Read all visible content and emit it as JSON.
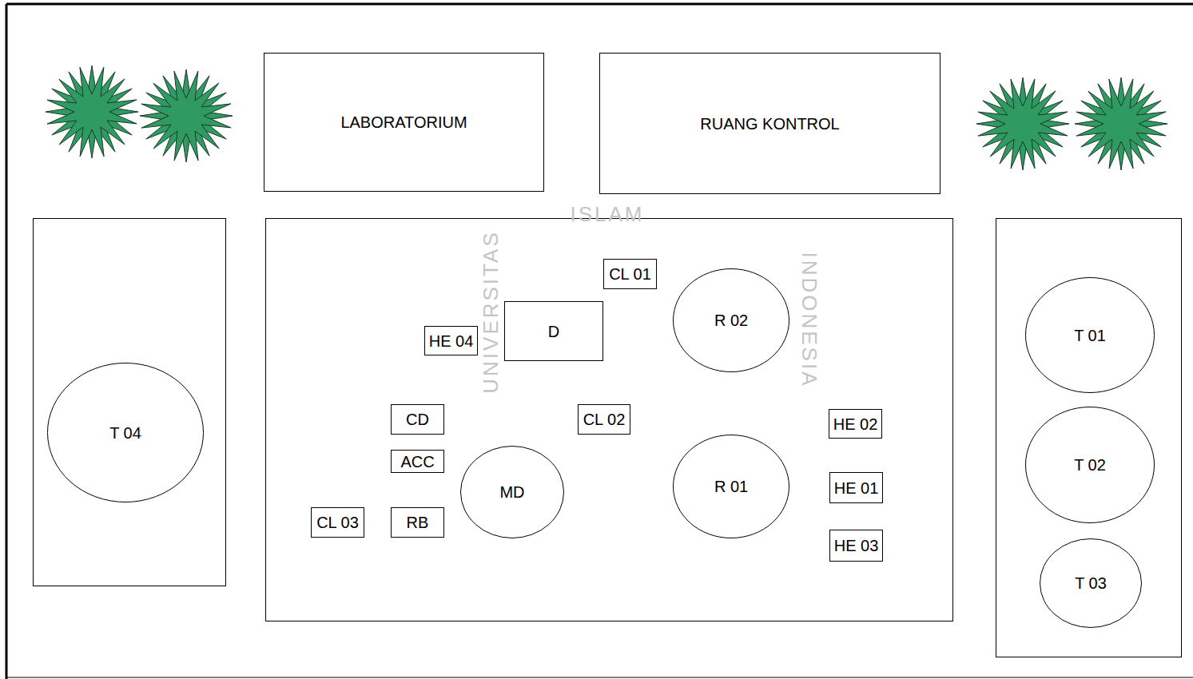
{
  "diagram": {
    "nodes": [
      {
        "text": [
          "LABORATORIUM"
        ]
      },
      {
        "text": [
          "RUANG KONTROL"
        ]
      },
      {
        "text": [
          "CL 01"
        ]
      },
      {
        "text": [
          "D"
        ]
      },
      {
        "text": [
          "R 02"
        ]
      },
      {
        "text": [
          "T 01"
        ]
      },
      {
        "text": [
          "HE 04"
        ]
      },
      {
        "text": [
          "T 04"
        ]
      },
      {
        "text": [
          "CD"
        ]
      },
      {
        "text": [
          "CL 02"
        ]
      },
      {
        "text": [
          "HE 02"
        ]
      },
      {
        "text": [
          "T 02"
        ]
      },
      {
        "text": [
          "ACC"
        ]
      },
      {
        "text": [
          "MD"
        ]
      },
      {
        "text": [
          "R 01"
        ]
      },
      {
        "text": [
          "HE 01"
        ]
      },
      {
        "text": [
          "CL 03"
        ]
      },
      {
        "text": [
          "RB"
        ]
      },
      {
        "text": [
          "HE 03"
        ]
      },
      {
        "text": [
          "T 03"
        ]
      }
    ],
    "labels": [
      "ISLAM",
      "UNIVERSITAS",
      "INDONESIA"
    ]
  }
}
